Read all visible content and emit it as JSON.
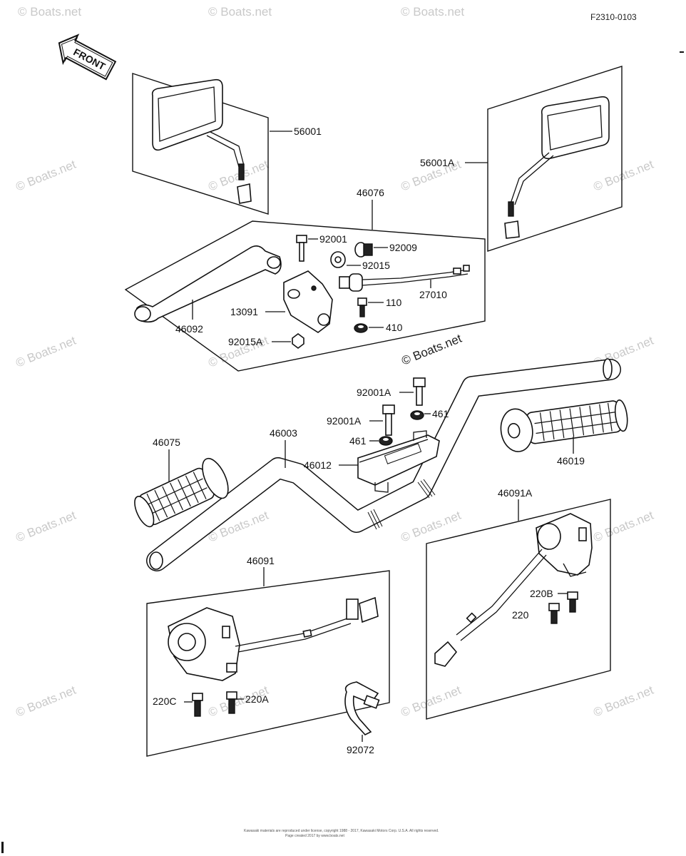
{
  "diagram_code": "F2310-0103",
  "front_label": "FRONT",
  "watermark": "© Boats.net",
  "footer_lines": [
    "Kawasaki materials are reproduced under license, copyright 1988 - 2017, Kawasaki Motors Corp. U.S.A. All rights reserved.",
    "Page created 2017 by www.boats.net"
  ],
  "parts": {
    "p56001": "56001",
    "p56001A": "56001A",
    "p46076": "46076",
    "p92001": "92001",
    "p92009": "92009",
    "p92015": "92015",
    "p27010": "27010",
    "p110": "110",
    "p13091": "13091",
    "p46092": "46092",
    "p410": "410",
    "p92015A": "92015A",
    "p92001A_1": "92001A",
    "p92001A_2": "92001A",
    "p461_1": "461",
    "p461_2": "461",
    "p46003": "46003",
    "p46012": "46012",
    "p46075": "46075",
    "p46019": "46019",
    "p46091A": "46091A",
    "p220B": "220B",
    "p220": "220",
    "p46091": "46091",
    "p220C": "220C",
    "p220A": "220A",
    "p92072": "92072"
  }
}
